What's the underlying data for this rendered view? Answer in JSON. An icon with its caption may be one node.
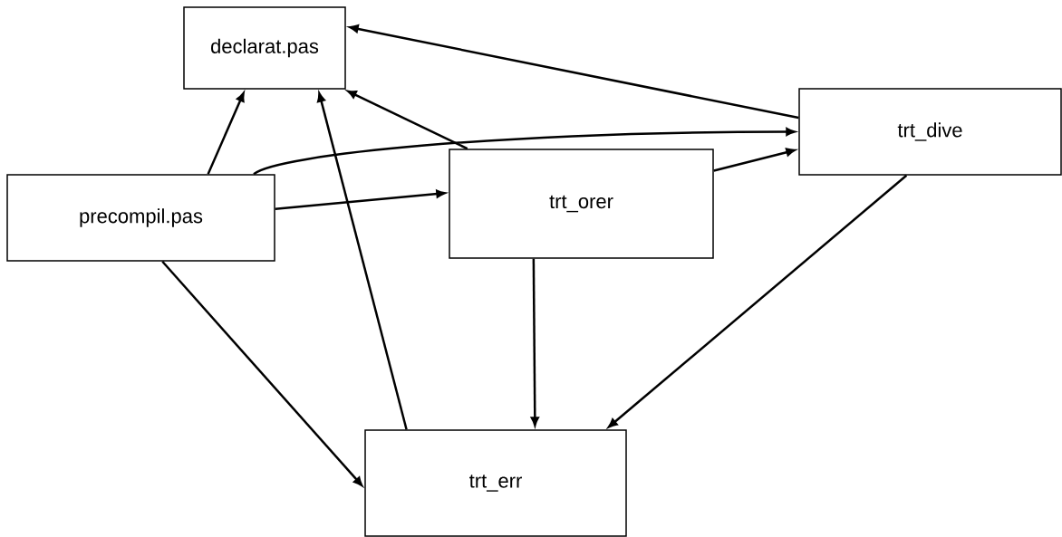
{
  "diagram": {
    "nodes": [
      {
        "text": [
          "declarat.pas"
        ]
      },
      {
        "text": [
          "trt_dive"
        ]
      },
      {
        "text": [
          "precompil.pas"
        ]
      },
      {
        "text": [
          "trt_orer"
        ]
      },
      {
        "text": [
          "trt_err"
        ]
      }
    ],
    "edges": [
      {
        "from": 2,
        "to": 0,
        "arrow": "to"
      },
      {
        "from": 2,
        "to": 1,
        "arrow": "to"
      },
      {
        "from": 2,
        "to": 3,
        "arrow": "to"
      },
      {
        "from": 2,
        "to": 4,
        "arrow": "to"
      },
      {
        "from": 4,
        "to": 0,
        "arrow": "to"
      },
      {
        "from": 3,
        "to": 0,
        "arrow": "to"
      },
      {
        "from": 1,
        "to": 0,
        "arrow": "to"
      },
      {
        "from": 3,
        "to": 1,
        "arrow": "to"
      },
      {
        "from": 3,
        "to": 4,
        "arrow": "to"
      },
      {
        "from": 1,
        "to": 4,
        "arrow": "to"
      }
    ]
  }
}
